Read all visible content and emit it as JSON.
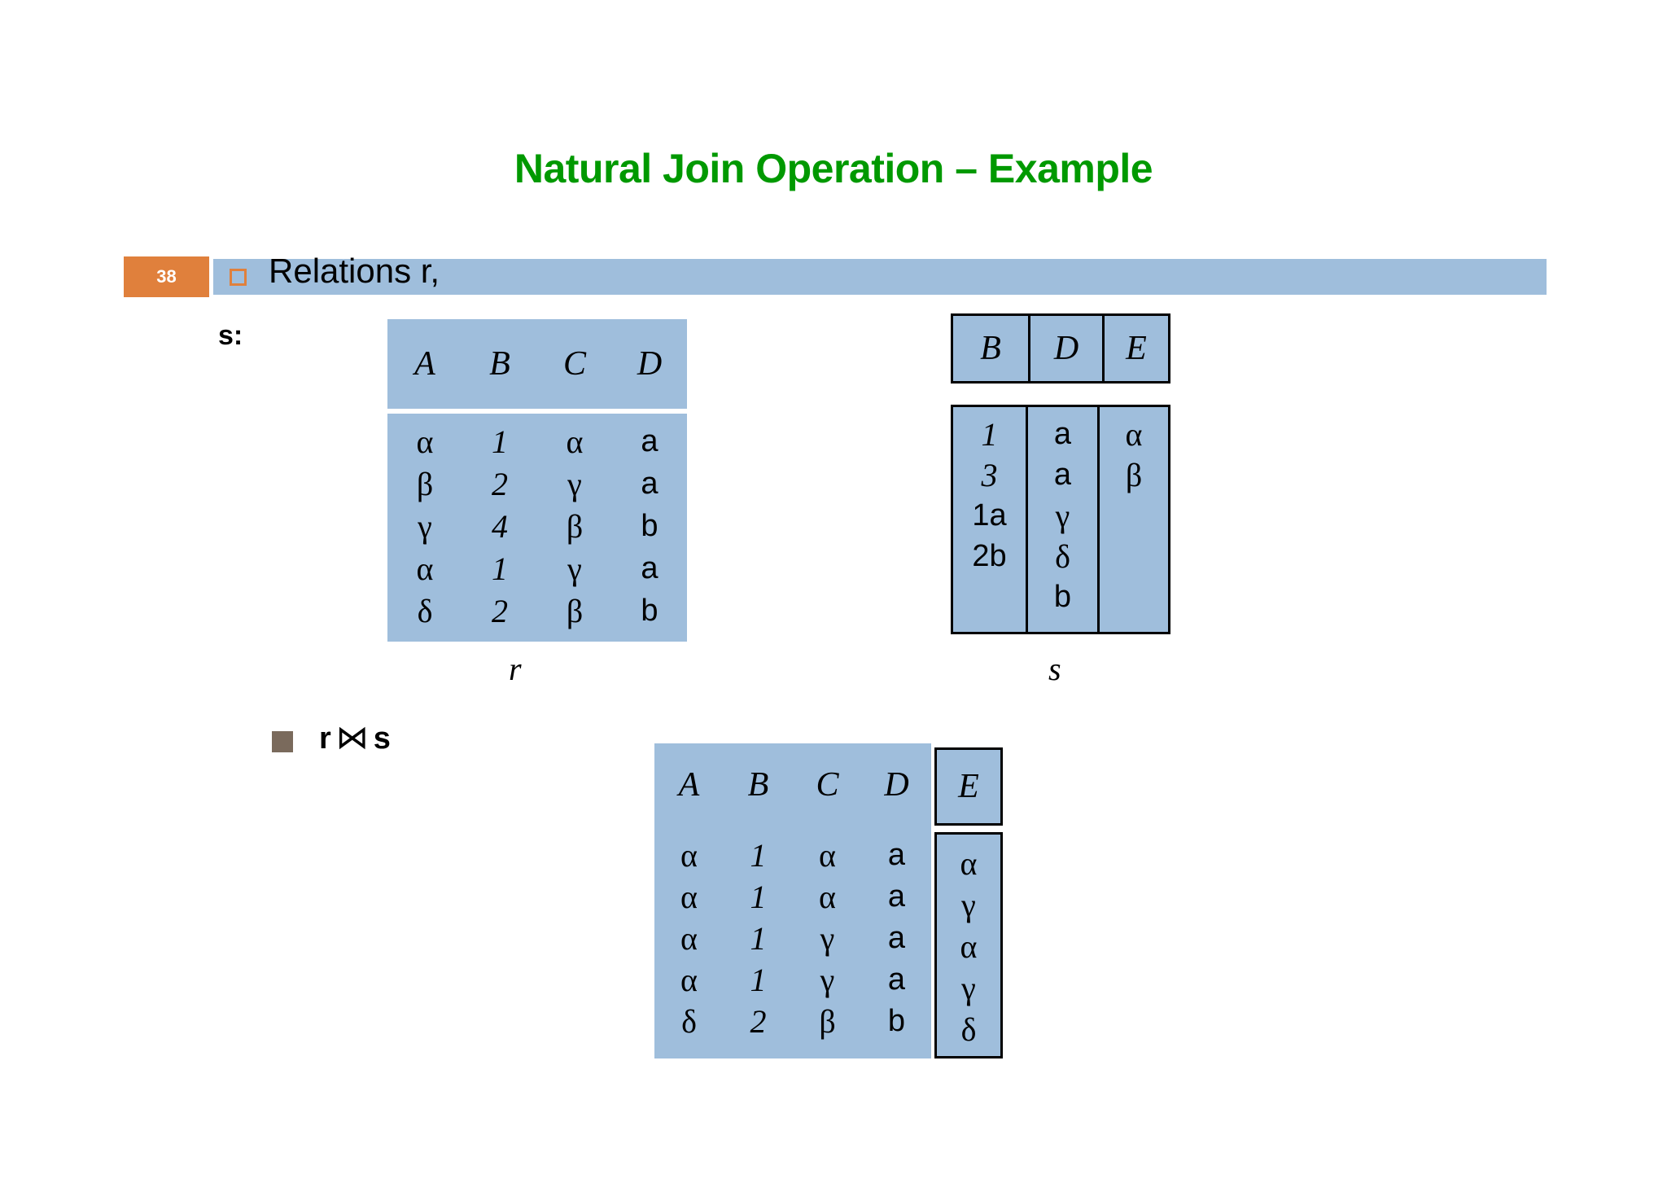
{
  "slide": {
    "title": "Natural Join Operation – Example",
    "page_number": "38",
    "banner_text": "Relations r,",
    "banner_bullet_icon": "hollow-square-bullet",
    "s_label": "s:",
    "title_color": "#009900",
    "badge_color": "#E0803C",
    "banner_color": "#9FBEDC",
    "join_bullet_color": "#7A6A5C"
  },
  "relation_r": {
    "caption": "r",
    "headers": [
      "A",
      "B",
      "C",
      "D"
    ],
    "rows": [
      [
        "α",
        "1",
        "α",
        "a"
      ],
      [
        "β",
        "2",
        "γ",
        "a"
      ],
      [
        "γ",
        "4",
        "β",
        "b"
      ],
      [
        "α",
        "1",
        "γ",
        "a"
      ],
      [
        "δ",
        "2",
        "β",
        "b"
      ]
    ]
  },
  "relation_s": {
    "caption": "s",
    "headers": [
      "B",
      "D",
      "E"
    ],
    "column_B": [
      "1",
      "3",
      "1a",
      "2b"
    ],
    "column_D": [
      "a",
      "a",
      "γ",
      "δ",
      "b"
    ],
    "column_E": [
      "α",
      "β"
    ]
  },
  "join": {
    "bullet_icon": "filled-square-bullet",
    "left_operand": "r",
    "operator": "⋈",
    "right_operand": "s"
  },
  "result": {
    "headers": [
      "A",
      "B",
      "C",
      "D"
    ],
    "header_E": "E",
    "rows": [
      [
        "α",
        "1",
        "α",
        "a"
      ],
      [
        "α",
        "1",
        "α",
        "a"
      ],
      [
        "α",
        "1",
        "γ",
        "a"
      ],
      [
        "α",
        "1",
        "γ",
        "a"
      ],
      [
        "δ",
        "2",
        "β",
        "b"
      ]
    ],
    "column_E": [
      "α",
      "γ",
      "α",
      "γ",
      "δ"
    ]
  }
}
